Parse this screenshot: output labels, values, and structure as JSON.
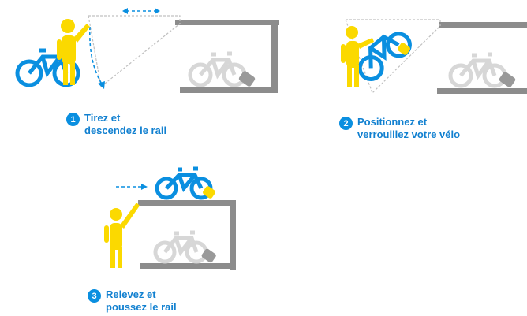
{
  "colors": {
    "accent_blue": "#0a8fe0",
    "highlight_yellow": "#fbd900",
    "rail_gray": "#8c8c8c",
    "ghost_gray": "#d7d7d7",
    "text_blue": "#1180d0"
  },
  "steps": [
    {
      "number": "1",
      "line1": "Tirez et",
      "line2": "descendez le rail"
    },
    {
      "number": "2",
      "line1": "Positionnez et",
      "line2": "verrouillez votre vélo"
    },
    {
      "number": "3",
      "line1": "Relevez et",
      "line2": "poussez le rail"
    }
  ]
}
